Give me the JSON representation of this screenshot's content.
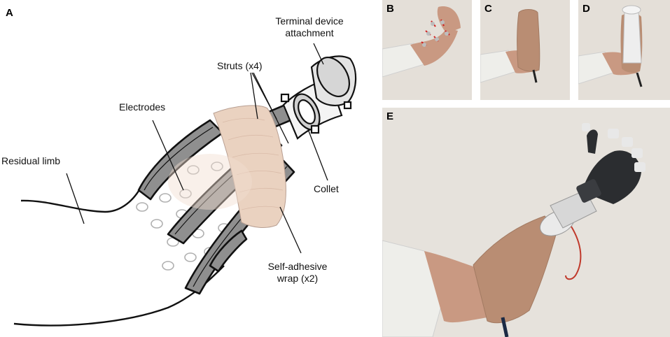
{
  "panels": {
    "a": {
      "letter": "A"
    },
    "b": {
      "letter": "B"
    },
    "c": {
      "letter": "C"
    },
    "d": {
      "letter": "D"
    },
    "e": {
      "letter": "E"
    }
  },
  "labels": {
    "terminal_device_line1": "Terminal device",
    "terminal_device_line2": "attachment",
    "struts": "Struts (x4)",
    "electrodes": "Electrodes",
    "residual_limb": "Residual limb",
    "collet": "Collet",
    "wrap_line1": "Self-adhesive",
    "wrap_line2": "wrap (x2)"
  },
  "colors": {
    "wrap": "#ead2c0",
    "strut": "#8f8f8f",
    "electrode": "#bdbdbd",
    "photo_wall": "#e6e2dc",
    "skin": "#c99982",
    "sleeve": "#b98d73"
  }
}
